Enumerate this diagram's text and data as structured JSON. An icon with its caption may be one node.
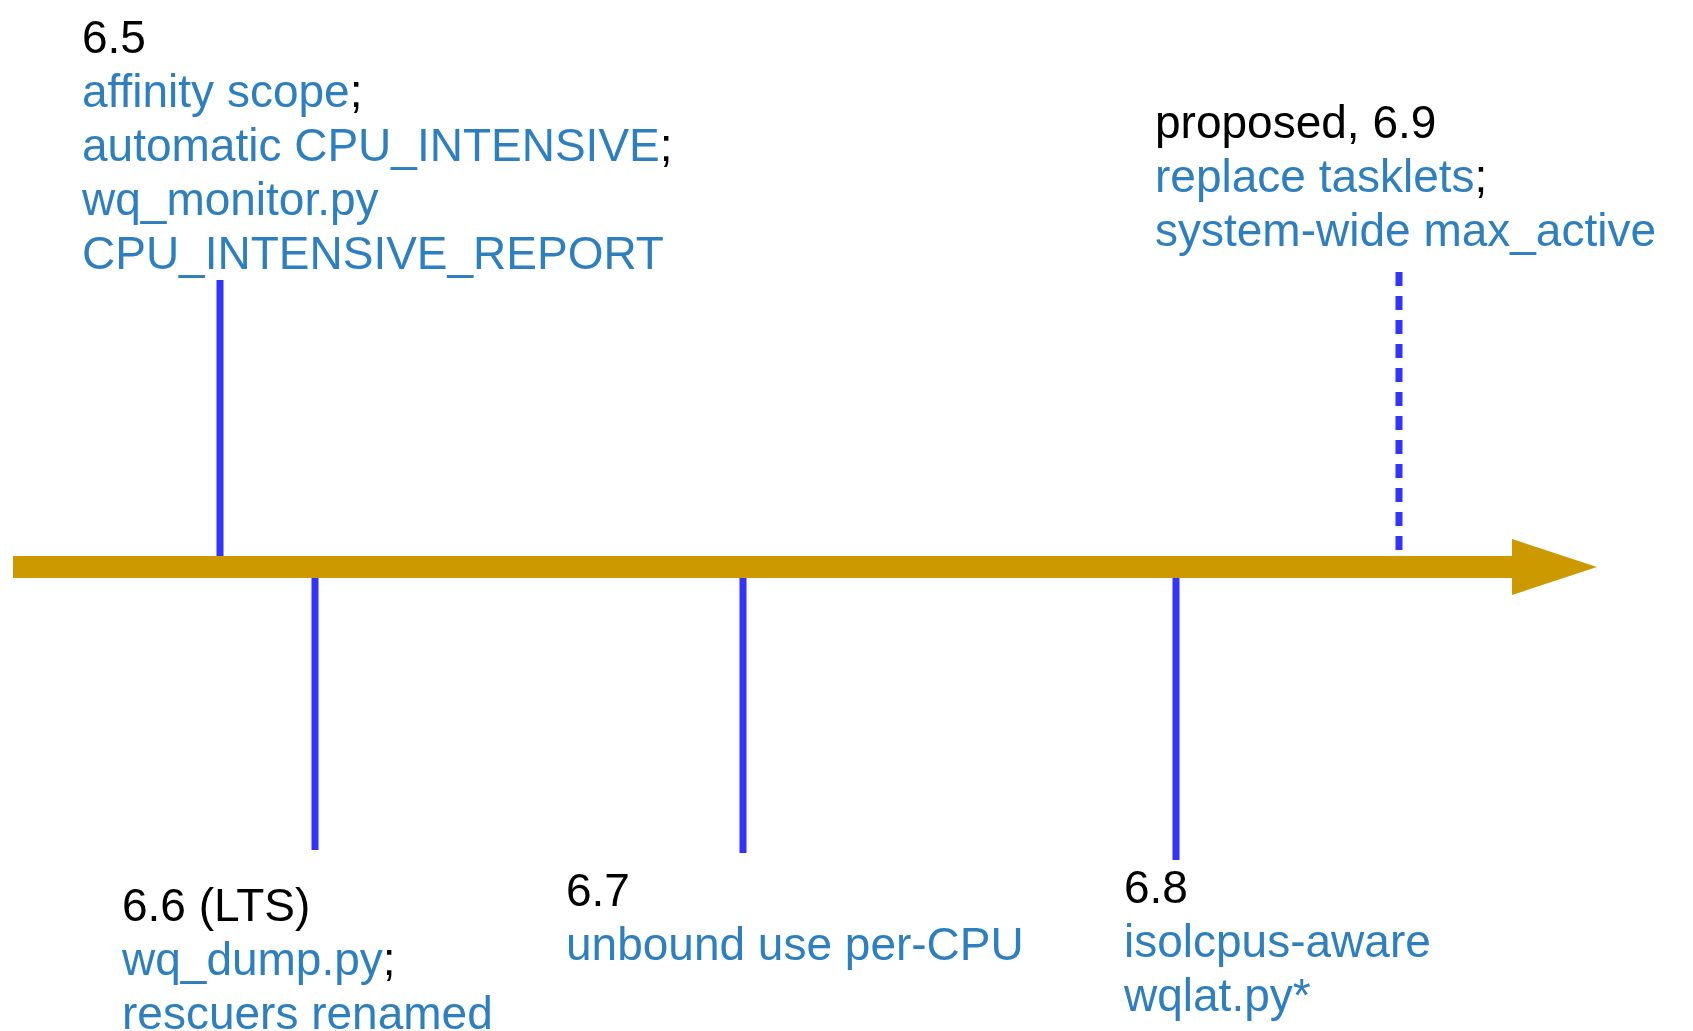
{
  "diagram": {
    "nodes": [
      {
        "text": [
          "6.5",
          "affinity scope;",
          "automatic CPU_INTENSIVE;",
          "wq_monitor.py",
          "CPU_INTENSIVE_REPORT"
        ]
      },
      {
        "text": [
          "6.6 (LTS)",
          "wq_dump.py;",
          "rescuers renamed"
        ]
      },
      {
        "text": [
          "6.7",
          "unbound use per-CPU"
        ]
      },
      {
        "text": [
          "6.8",
          "isolcpus-aware",
          "wqlat.py*"
        ]
      },
      {
        "text": [
          "proposed, 6.9",
          "replace tasklets;",
          "system-wide max_active"
        ]
      },
      {
        "text": [],
        "shape": "arrow"
      }
    ],
    "edges": [
      {
        "from": 0,
        "to": 5,
        "arrow": "none"
      },
      {
        "from": 1,
        "to": 5,
        "arrow": "none"
      },
      {
        "from": 2,
        "to": 5,
        "arrow": "none"
      },
      {
        "from": 3,
        "to": 5,
        "arrow": "none"
      },
      {
        "from": 4,
        "to": 5,
        "arrow": "none",
        "style": "dashed"
      }
    ]
  }
}
